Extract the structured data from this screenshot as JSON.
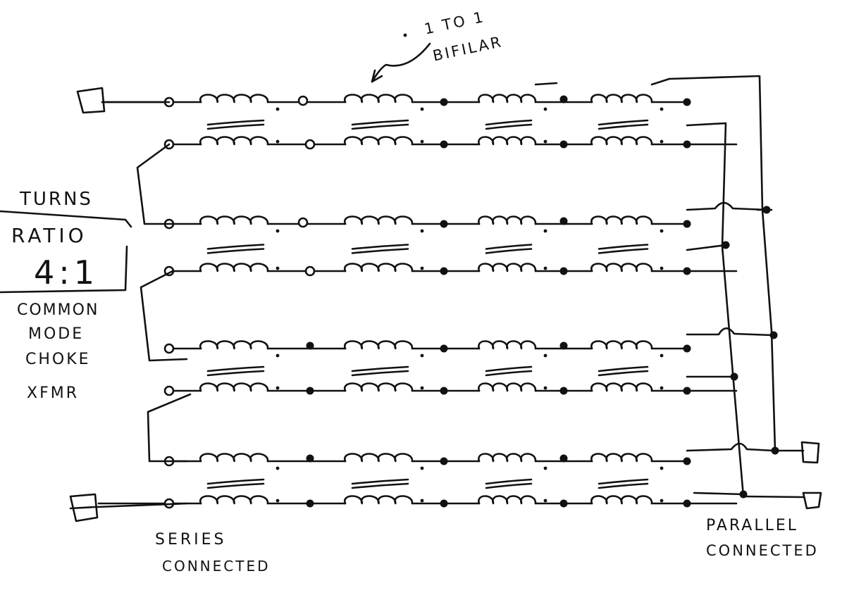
{
  "labels": {
    "turns": "TURNS",
    "ratio": "RATIO",
    "ratio_value": "4:1",
    "common": "COMMON",
    "mode": "MODE",
    "choke": "CHOKE",
    "xfmr": "XFMR",
    "bifilar_line1": "1 TO 1",
    "bifilar_line2": "BIFILAR",
    "series_line1": "SERIES",
    "series_line2": "CONNECTED",
    "parallel_line1": "PARALLEL",
    "parallel_line2": "CONNECTED"
  },
  "colors": {
    "ink": "#111111",
    "paper": "#ffffff"
  },
  "circuit": {
    "transformer_rows": 4,
    "windings_per_row": 4,
    "winding_ratio": "1:1"
  }
}
